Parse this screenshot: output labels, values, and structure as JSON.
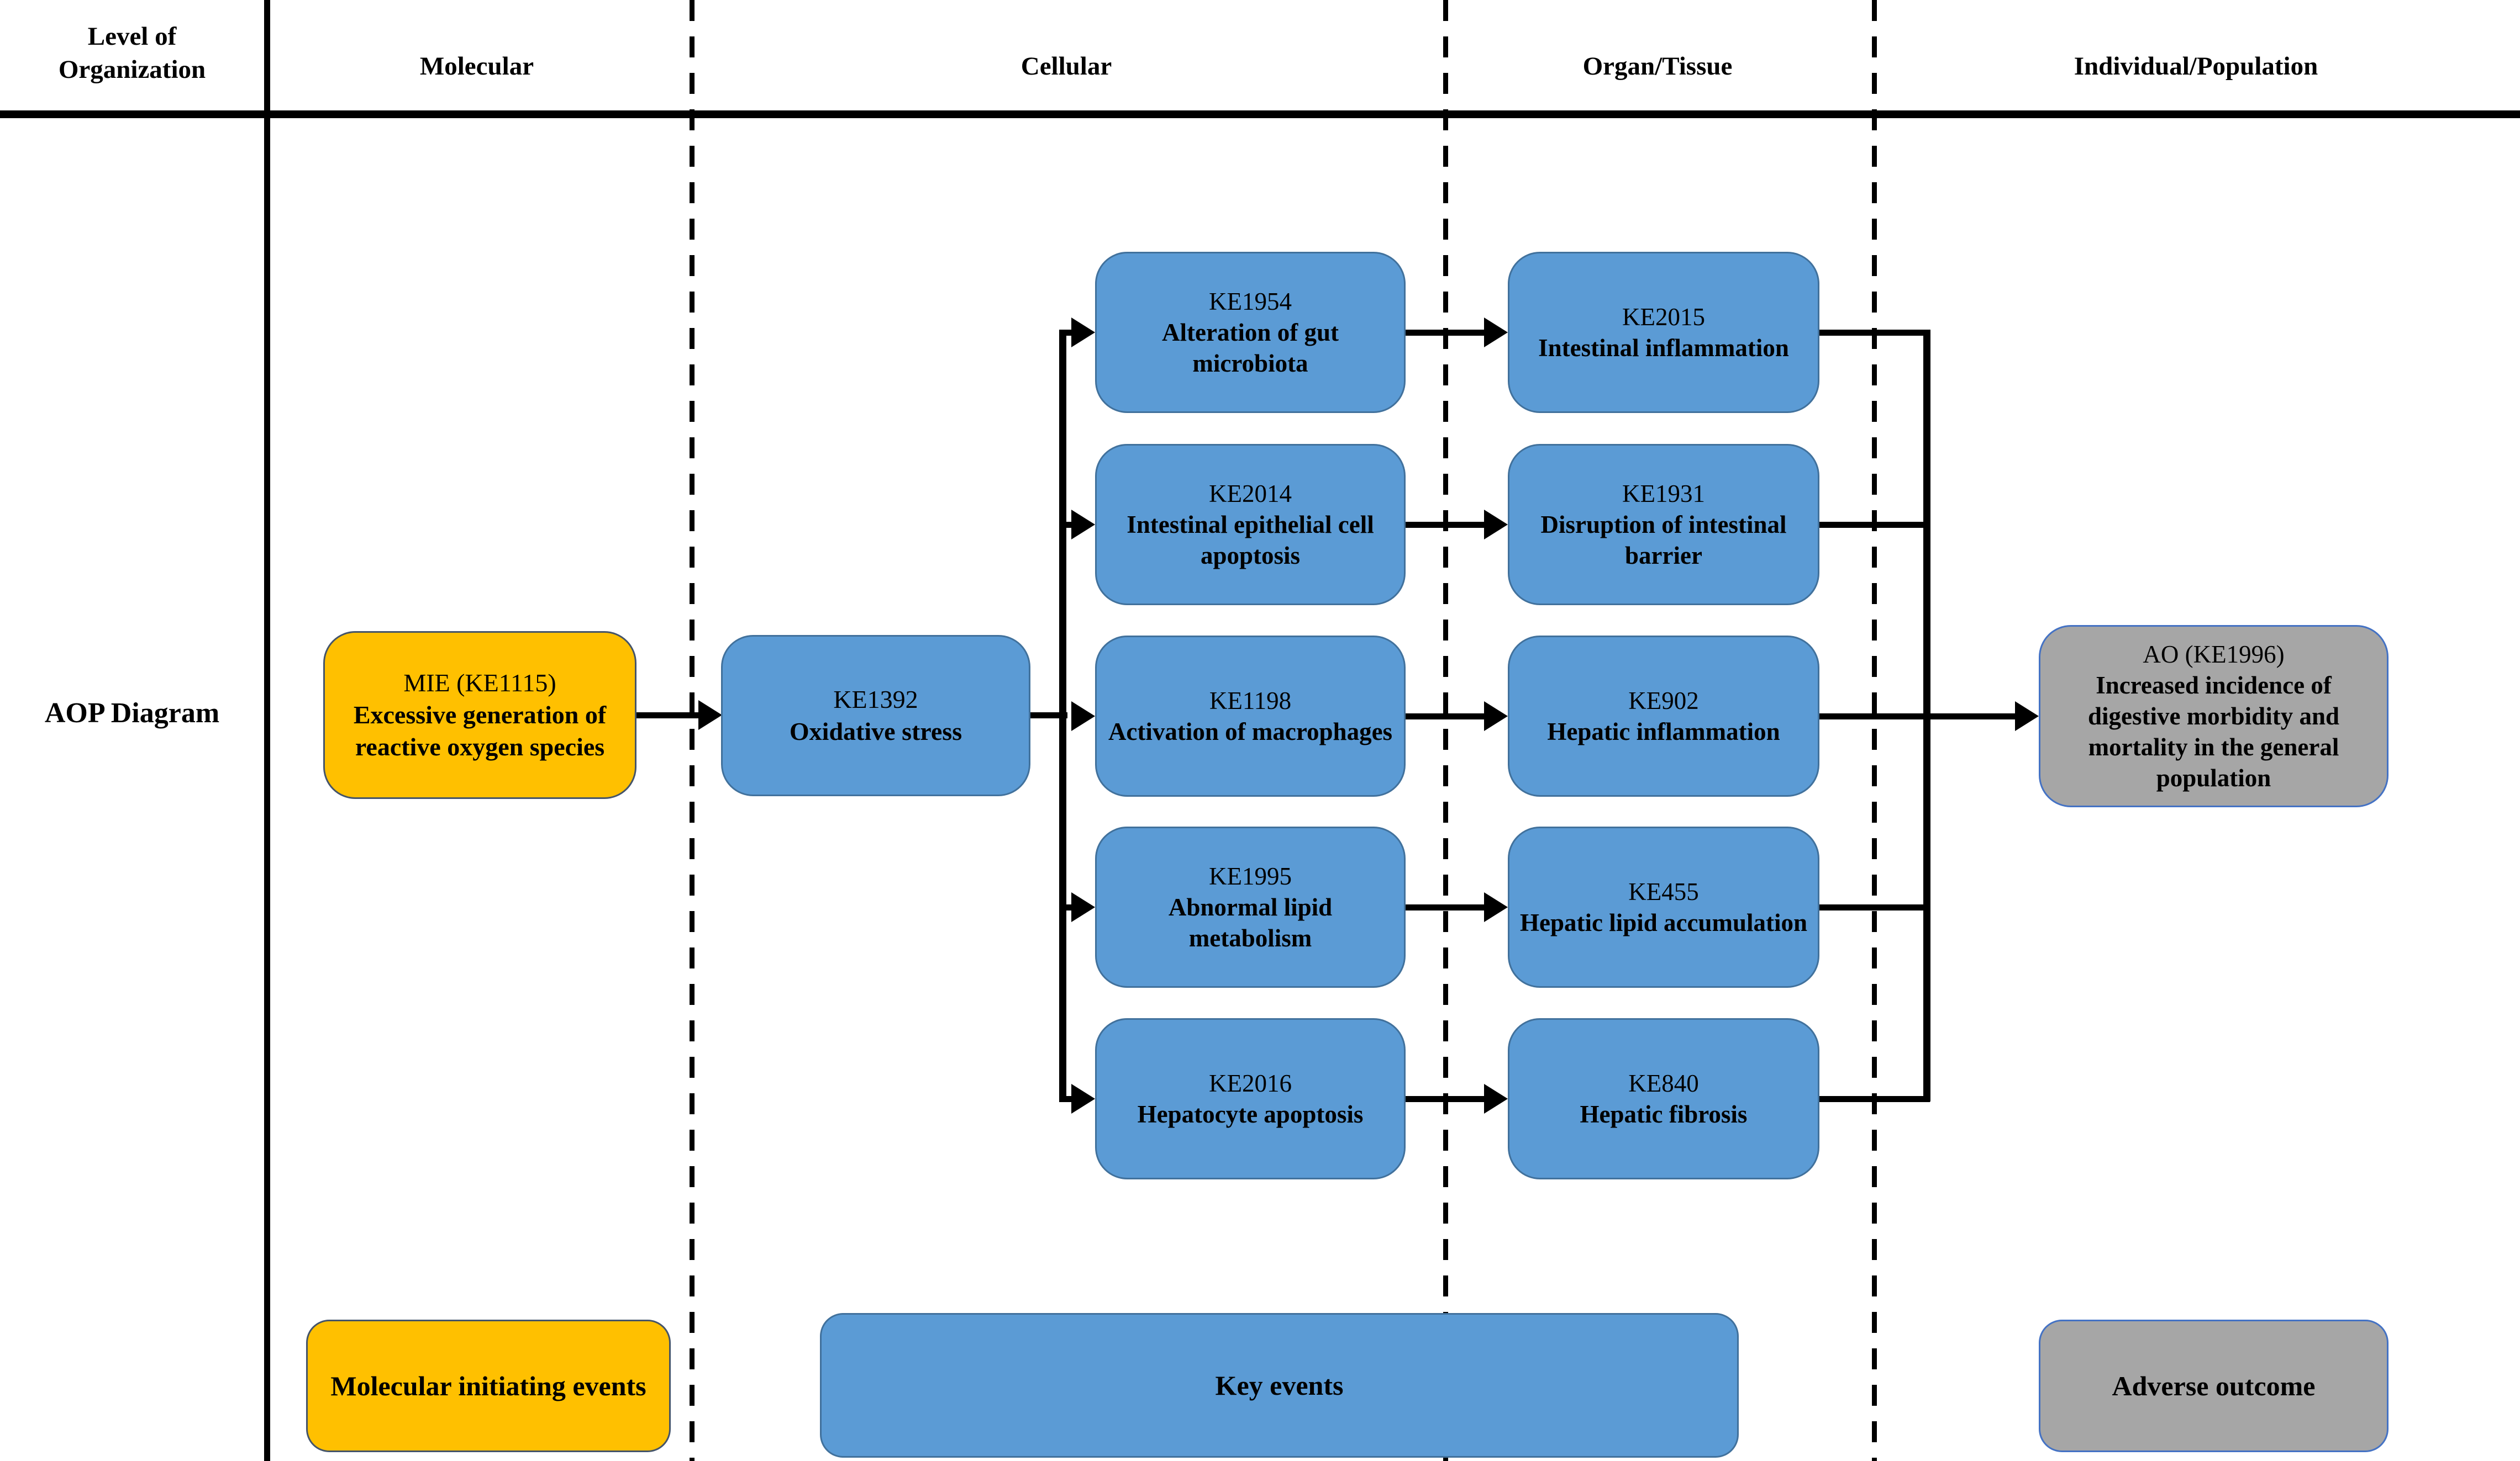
{
  "table": {
    "row_header": {
      "line1": "Level of",
      "line2": "Organization"
    },
    "columns": [
      "Molecular",
      "Cellular",
      "Organ/Tissue",
      "Individual/Population"
    ],
    "row_label": "AOP Diagram"
  },
  "colors": {
    "molecular_initiating_event": "#FFC000",
    "key_event": "#5B9BD5",
    "adverse_outcome": "#A6A6A6",
    "line": "#000000"
  },
  "nodes": {
    "mie": {
      "id": "MIE (KE1115)",
      "label": "Excessive generation of reactive oxygen species"
    },
    "cellular_root": {
      "id": "KE1392",
      "label": "Oxidative stress"
    },
    "cellular": [
      {
        "id": "KE1954",
        "label": "Alteration of gut microbiota"
      },
      {
        "id": "KE2014",
        "label": "Intestinal epithelial cell apoptosis"
      },
      {
        "id": "KE1198",
        "label": "Activation of macrophages"
      },
      {
        "id": "KE1995",
        "label": "Abnormal lipid metabolism"
      },
      {
        "id": "KE2016",
        "label": "Hepatocyte apoptosis"
      }
    ],
    "organ": [
      {
        "id": "KE2015",
        "label": "Intestinal inflammation"
      },
      {
        "id": "KE1931",
        "label": "Disruption of intestinal barrier"
      },
      {
        "id": "KE902",
        "label": "Hepatic inflammation"
      },
      {
        "id": "KE455",
        "label": "Hepatic lipid accumulation"
      },
      {
        "id": "KE840",
        "label": "Hepatic fibrosis"
      }
    ],
    "ao": {
      "id": "AO (KE1996)",
      "label": "Increased incidence of digestive morbidity and mortality in the general population"
    }
  },
  "legend": {
    "mie": "Molecular initiating events",
    "key_events": "Key events",
    "adverse_outcome": "Adverse outcome"
  }
}
